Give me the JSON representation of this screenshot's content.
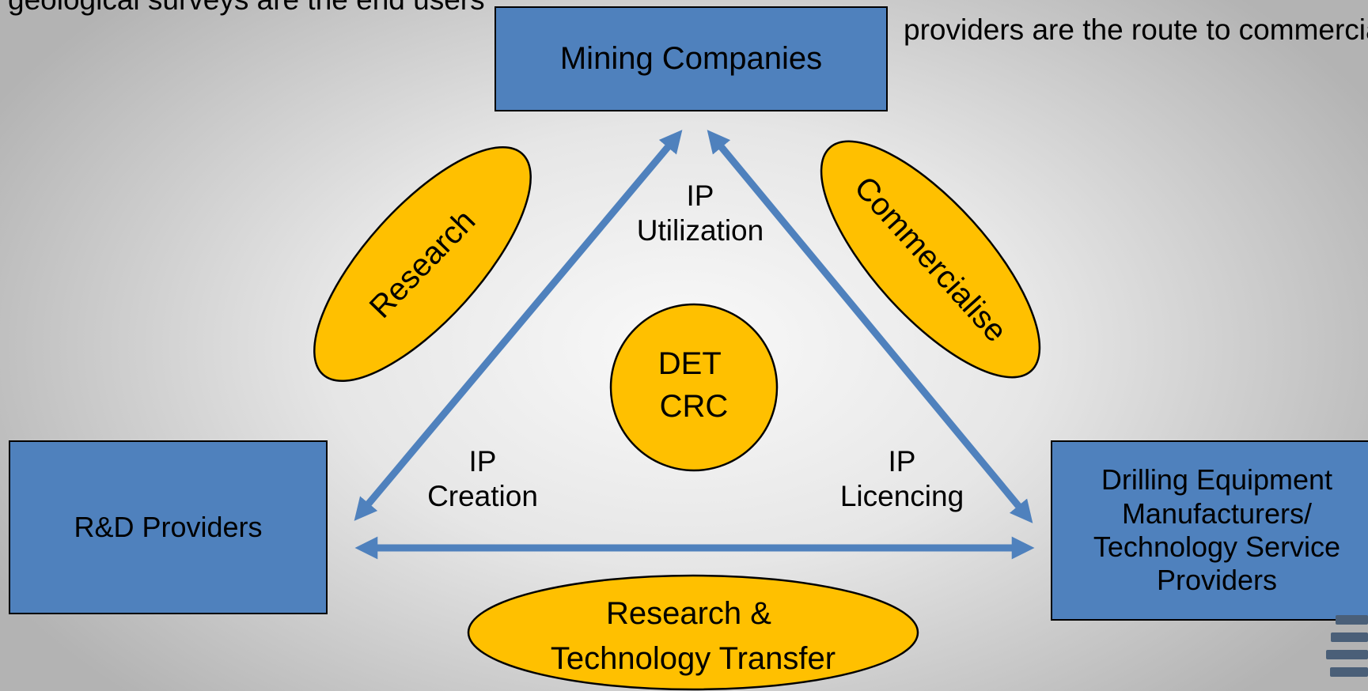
{
  "notes": {
    "left": "geological surveys are\nthe end users",
    "right": "providers are the route to\ncommercialisation"
  },
  "nodes": {
    "mining": "Mining Companies",
    "rnd": "R&D Providers",
    "drilling": "Drilling Equipment\nManufacturers/\nTechnology Service\nProviders"
  },
  "center": "DET\nCRC",
  "ellipses": {
    "research": "Research",
    "commercialise": "Commercialise",
    "transfer": "Research &\nTechnology Transfer"
  },
  "edge_labels": {
    "utilization": "IP\nUtilization",
    "creation": "IP\nCreation",
    "licencing": "IP\nLicencing"
  },
  "colors": {
    "box_fill": "#4f81bd",
    "ellipse_fill": "#ffc000",
    "arrow": "#4f81bd",
    "outline": "#000000"
  }
}
